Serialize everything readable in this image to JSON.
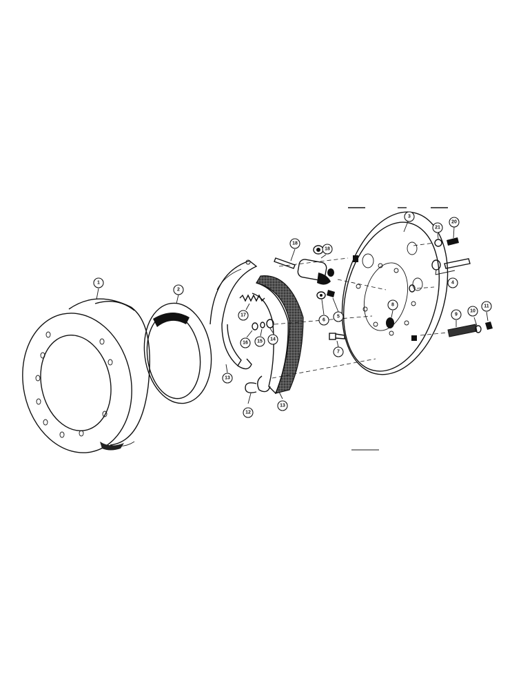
{
  "callouts": [
    {
      "id": "c1",
      "label": "1"
    },
    {
      "id": "c2",
      "label": "2"
    },
    {
      "id": "c3",
      "label": "3"
    },
    {
      "id": "c4",
      "label": "4"
    },
    {
      "id": "c5",
      "label": "5"
    },
    {
      "id": "c6",
      "label": "6"
    },
    {
      "id": "c7",
      "label": "7"
    },
    {
      "id": "c8",
      "label": "8"
    },
    {
      "id": "c9",
      "label": "9"
    },
    {
      "id": "c10",
      "label": "10"
    },
    {
      "id": "c11",
      "label": "11"
    },
    {
      "id": "c12",
      "label": "12"
    },
    {
      "id": "c13a",
      "label": "13"
    },
    {
      "id": "c13b",
      "label": "13"
    },
    {
      "id": "c14",
      "label": "14"
    },
    {
      "id": "c15",
      "label": "15"
    },
    {
      "id": "c16",
      "label": "16"
    },
    {
      "id": "c17",
      "label": "17"
    },
    {
      "id": "c18a",
      "label": "18"
    },
    {
      "id": "c18b",
      "label": "18"
    },
    {
      "id": "c20",
      "label": "20"
    },
    {
      "id": "c21",
      "label": "21"
    }
  ],
  "colors": {
    "ink": "#111111",
    "paper": "#ffffff"
  }
}
